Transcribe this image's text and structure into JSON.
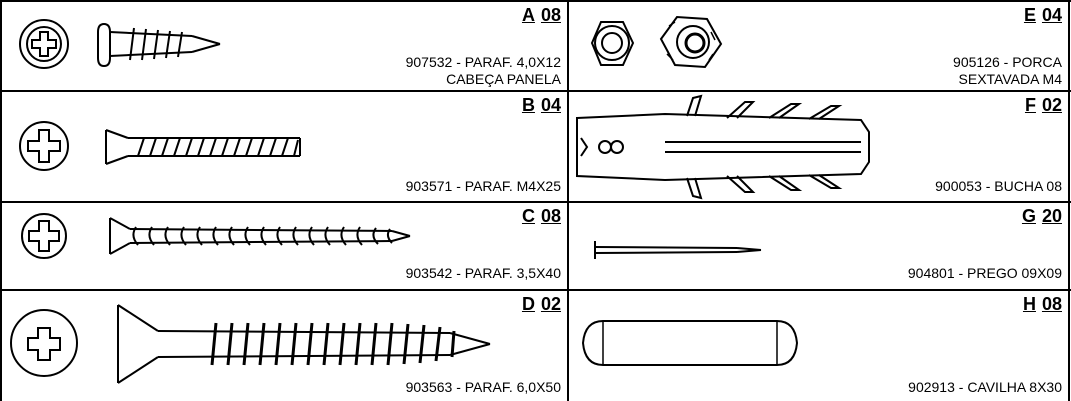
{
  "items": [
    {
      "letter": "A",
      "qty": "08",
      "desc_lines": [
        "907532 - PARAF. 4,0X12",
        "CABEÇA PANELA"
      ],
      "icon": "pan-head-screw-icon"
    },
    {
      "letter": "B",
      "qty": "04",
      "desc_lines": [
        "903571 - PARAF. M4X25"
      ],
      "icon": "countersunk-machine-screw-icon"
    },
    {
      "letter": "C",
      "qty": "08",
      "desc_lines": [
        "903542 - PARAF. 3,5X40"
      ],
      "icon": "wood-screw-icon"
    },
    {
      "letter": "D",
      "qty": "02",
      "desc_lines": [
        "903563 - PARAF. 6,0X50"
      ],
      "icon": "large-wood-screw-icon"
    },
    {
      "letter": "E",
      "qty": "04",
      "desc_lines": [
        "905126 - PORCA",
        "SEXTAVADA M4"
      ],
      "icon": "hex-nut-icon"
    },
    {
      "letter": "F",
      "qty": "02",
      "desc_lines": [
        "900053 - BUCHA 08"
      ],
      "icon": "wall-plug-icon"
    },
    {
      "letter": "G",
      "qty": "20",
      "desc_lines": [
        "904801 - PREGO 09X09"
      ],
      "icon": "nail-icon"
    },
    {
      "letter": "H",
      "qty": "08",
      "desc_lines": [
        "902913 - CAVILHA 8X30"
      ],
      "icon": "dowel-icon"
    }
  ]
}
